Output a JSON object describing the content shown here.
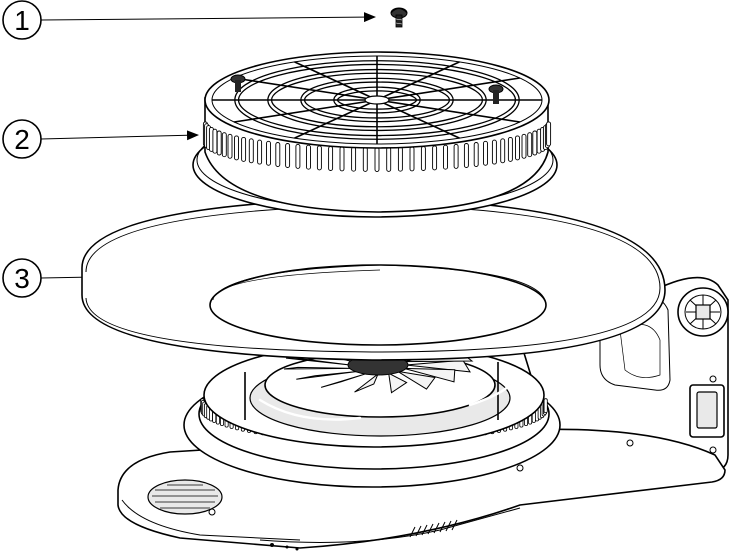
{
  "callouts": [
    {
      "label": "1",
      "part": "screw"
    },
    {
      "label": "2",
      "part": "fan-grille"
    },
    {
      "label": "3",
      "part": "shield-plate"
    }
  ],
  "icons": [
    "screw-icon",
    "fan-icon",
    "appliance-base-icon"
  ]
}
